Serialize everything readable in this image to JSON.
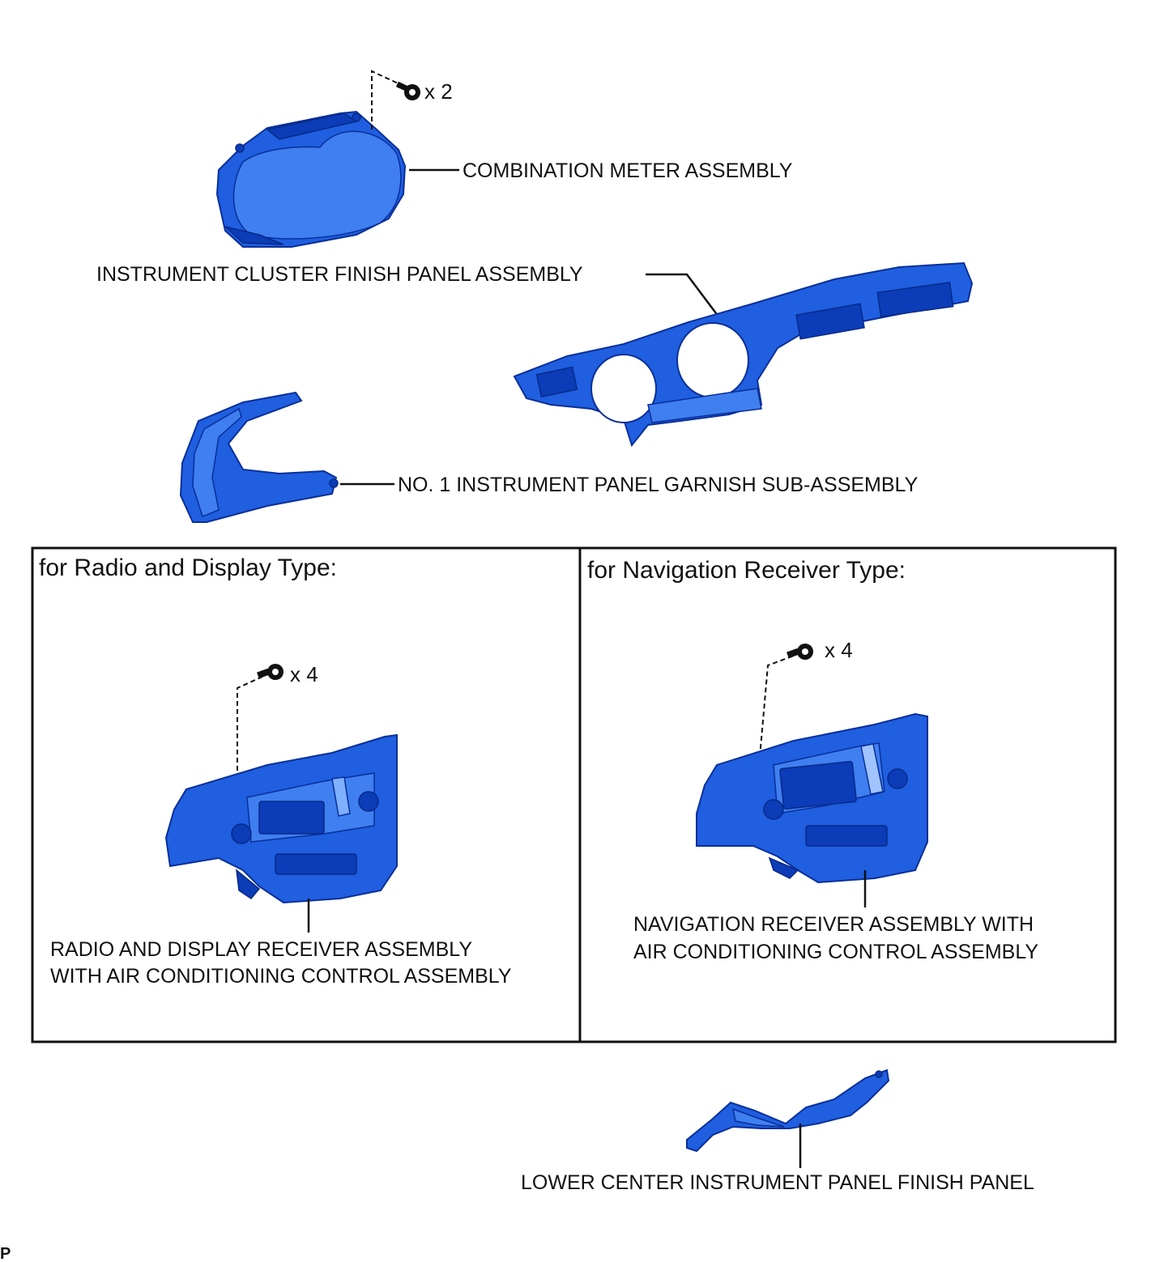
{
  "labels": {
    "combination_meter": "COMBINATION METER ASSEMBLY",
    "cluster_finish_panel": "INSTRUMENT CLUSTER FINISH PANEL ASSEMBLY",
    "garnish": "NO. 1 INSTRUMENT PANEL GARNISH SUB-ASSEMBLY",
    "radio_receiver_line1": "RADIO AND DISPLAY RECEIVER ASSEMBLY",
    "radio_receiver_line2": "WITH AIR CONDITIONING CONTROL ASSEMBLY",
    "nav_receiver_line1": "NAVIGATION RECEIVER ASSEMBLY WITH",
    "nav_receiver_line2": "AIR CONDITIONING CONTROL ASSEMBLY",
    "lower_center_panel": "LOWER CENTER INSTRUMENT PANEL FINISH PANEL"
  },
  "screw_counts": {
    "meter": "x 2",
    "radio": "x 4",
    "nav": "x 4"
  },
  "boxes": {
    "radio_title": "for Radio and Display Type:",
    "nav_title": "for Navigation Receiver Type:"
  },
  "footer": {
    "code": "P"
  },
  "colors": {
    "part_fill": "#1f5fe0",
    "part_outline": "#0a2f99",
    "ink": "#111111"
  }
}
